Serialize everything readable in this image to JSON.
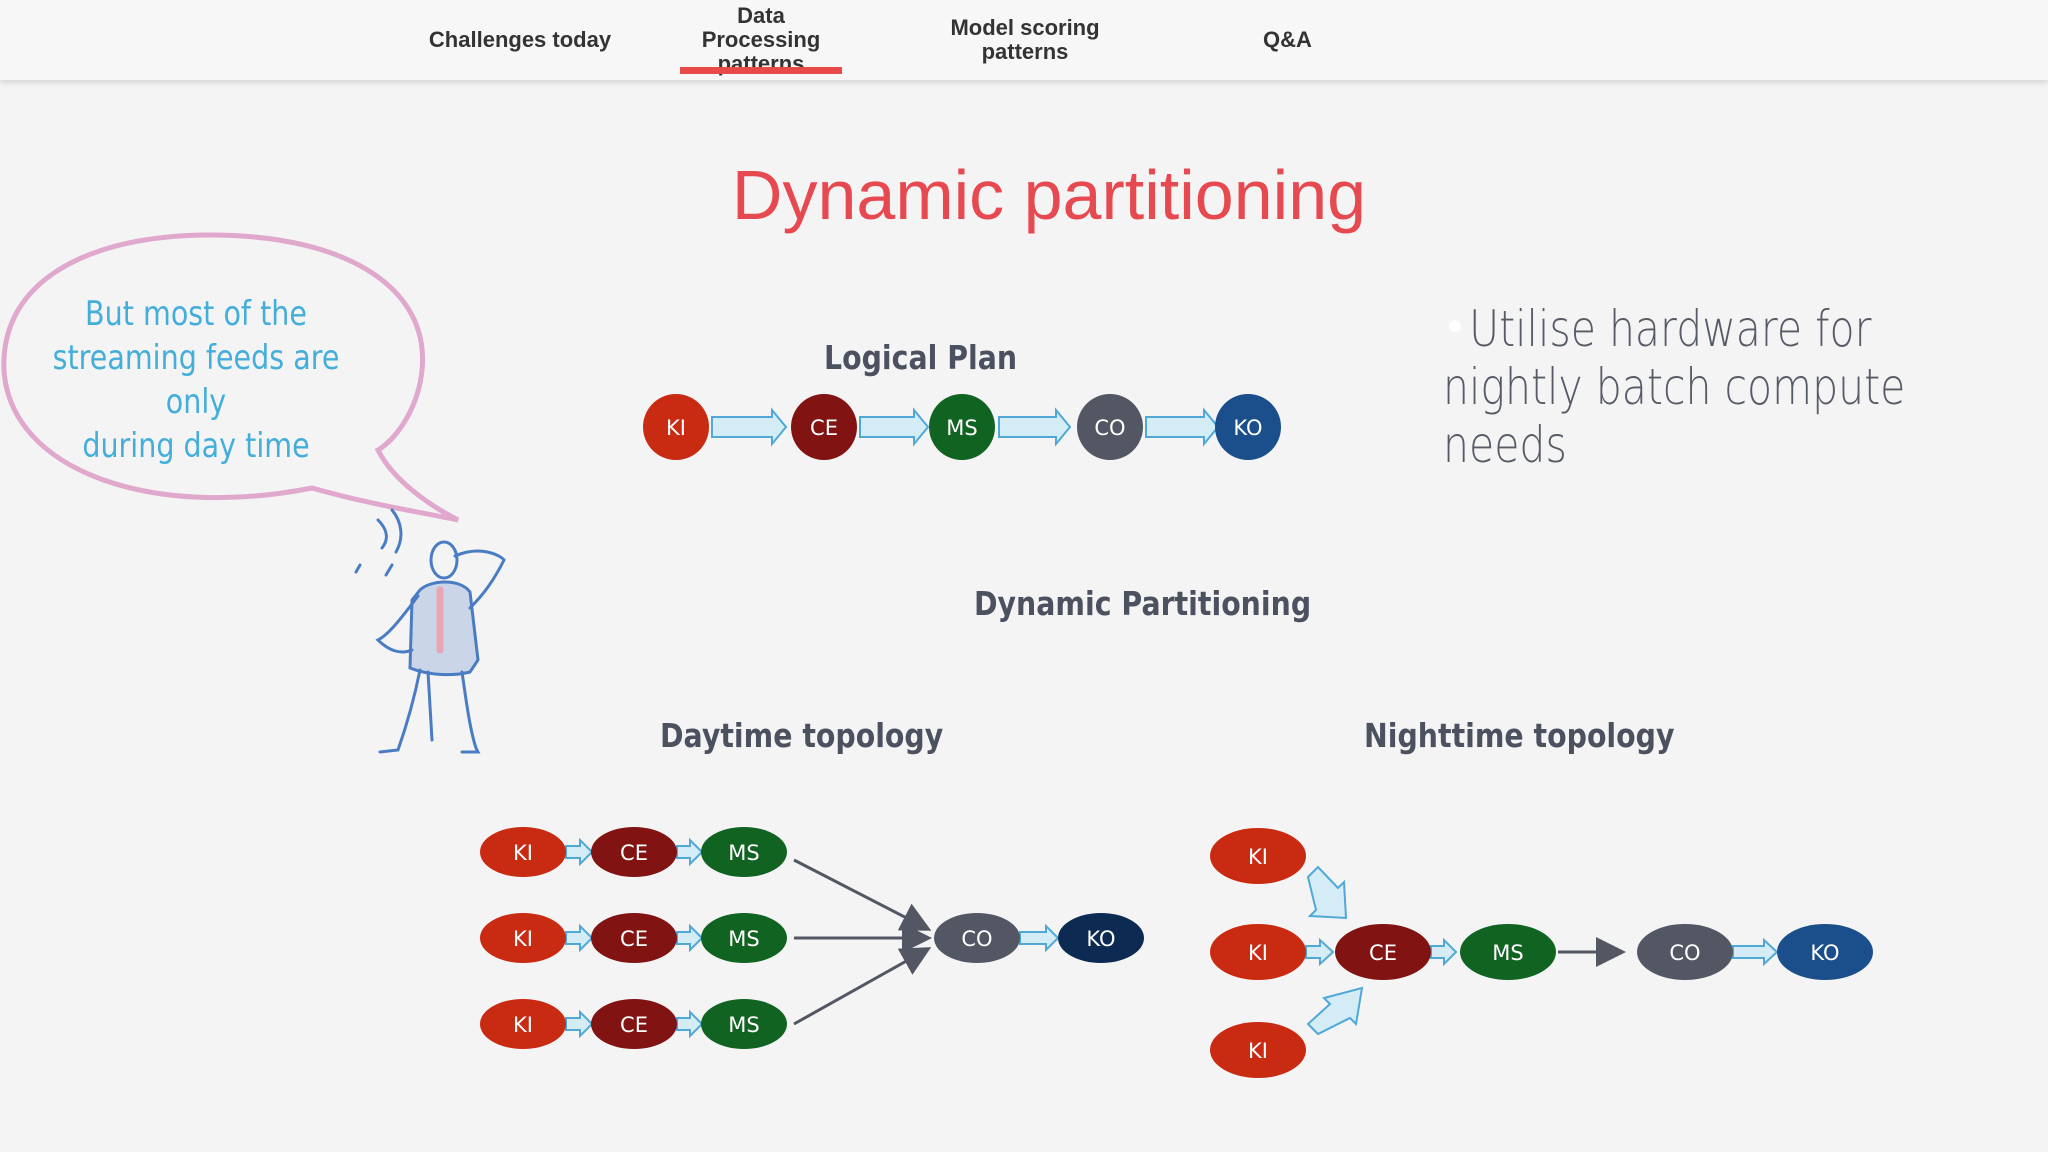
{
  "nav": {
    "tabs": [
      {
        "label": "Challenges today",
        "active": false
      },
      {
        "label": "Data Processing\npatterns",
        "active": true
      },
      {
        "label": "Model scoring\npatterns",
        "active": false
      },
      {
        "label": "Q&A",
        "active": false
      }
    ]
  },
  "title": "Dynamic partitioning",
  "speech_bubble": {
    "text": "But most of the\nstreaming feeds are only\nduring day time"
  },
  "bullet": "Utilise hardware for nightly batch compute needs",
  "logical_plan": {
    "heading": "Logical Plan",
    "nodes": [
      "KI",
      "CE",
      "MS",
      "CO",
      "KO"
    ]
  },
  "dynamic_heading": "Dynamic Partitioning",
  "daytime": {
    "heading": "Daytime topology",
    "rows": [
      [
        "KI",
        "CE",
        "MS"
      ],
      [
        "KI",
        "CE",
        "MS"
      ],
      [
        "KI",
        "CE",
        "MS"
      ]
    ],
    "tail": [
      "CO",
      "KO"
    ]
  },
  "nighttime": {
    "heading": "Nighttime topology",
    "sources": [
      "KI",
      "KI",
      "KI"
    ],
    "chain": [
      "CE",
      "MS",
      "CO",
      "KO"
    ]
  },
  "colors": {
    "accent": "#e84a4a",
    "KI": "#c82a12",
    "CE": "#821313",
    "MS": "#116322",
    "CO": "#525763",
    "KO": "#1a4f8c",
    "KO_dark": "#0c2a52",
    "arrow_fill": "#d3ecf6",
    "arrow_stroke": "#4fa8d6",
    "bubble_stroke": "#e0a8cc",
    "bubble_text": "#44aedb"
  }
}
